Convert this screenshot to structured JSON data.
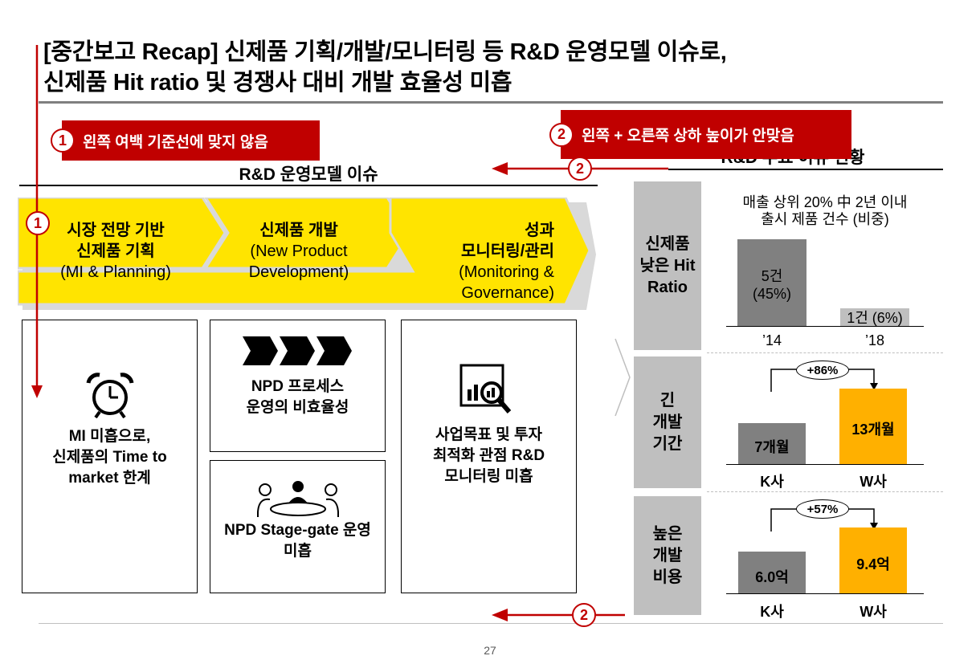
{
  "title": {
    "line1": "[중간보고 Recap] 신제품 기획/개발/모니터링 등 R&D 운영모델 이슈로,",
    "line2": "신제품 Hit ratio 및 경쟁사 대비 개발 효율성 미흡"
  },
  "callouts": [
    {
      "num": "1",
      "text": "왼쪽 여백 기준선에 맞지 않음"
    },
    {
      "num": "2",
      "text": "왼쪽 + 오른쪽 상하 높이가 안맞음"
    }
  ],
  "markers": {
    "one": "1",
    "two": "2"
  },
  "left_section": {
    "header": "R&D 운영모델 이슈",
    "stages": [
      {
        "title1": "시장 전망 기반",
        "title2": "신제품 기획",
        "sub1": "(MI & Planning)",
        "sub2": ""
      },
      {
        "title1": "신제품 개발",
        "title2": "",
        "sub1": "(New Product",
        "sub2": "Development)"
      },
      {
        "title1": "성과",
        "title2": "모니터링/관리",
        "sub1": "(Monitoring &",
        "sub2": "Governance)"
      }
    ],
    "issues": {
      "mi": [
        "MI 미흡으로,",
        "신제품의 Time to",
        "market 한계"
      ],
      "npd_process": [
        "NPD 프로세스",
        "운영의 비효율성"
      ],
      "npd_stage": [
        "NPD Stage-gate 운영",
        "미흡"
      ],
      "monitoring": [
        "사업목표 및 투자",
        "최적화 관점 R&D",
        "모니터링 미흡"
      ]
    },
    "icons": [
      "alarm-clock-icon",
      "chevron-process-icon",
      "meeting-icon",
      "magnifier-chart-icon"
    ]
  },
  "right_section": {
    "header_partial": "R&D 주요 이슈 현황",
    "rows": [
      {
        "label": [
          "신제품",
          "낮은 Hit",
          "Ratio"
        ],
        "note": [
          "매출 상위 20% 中 2년 이내",
          "출시 제품 건수 (비중)"
        ],
        "chart_data": {
          "type": "bar",
          "categories": [
            "’14",
            "’18"
          ],
          "values": [
            5,
            1
          ],
          "value_labels": [
            [
              "5건",
              "(45%)"
            ],
            [
              "1건 (6%)"
            ]
          ],
          "share_percent": [
            45,
            6
          ],
          "colors": [
            "#808080",
            "#bfbfbf"
          ]
        }
      },
      {
        "label": [
          "긴",
          "개발",
          "기간"
        ],
        "chart_data": {
          "type": "bar",
          "categories": [
            "K사",
            "W사"
          ],
          "values": [
            7,
            13
          ],
          "value_labels": [
            "7개월",
            "13개월"
          ],
          "delta": "+86%",
          "colors": [
            "#808080",
            "#ffb000"
          ]
        }
      },
      {
        "label": [
          "높은",
          "개발",
          "비용"
        ],
        "chart_data": {
          "type": "bar",
          "categories": [
            "K사",
            "W사"
          ],
          "values": [
            6.0,
            9.4
          ],
          "value_labels": [
            "6.0억",
            "9.4억"
          ],
          "delta": "+57%",
          "colors": [
            "#808080",
            "#ffb000"
          ]
        }
      }
    ]
  },
  "page_number": "27",
  "colors": {
    "accent_red": "#c00000",
    "chevron_yellow": "#ffe400",
    "chevron_shadow": "#d9d9d9",
    "gold": "#ffb000"
  }
}
